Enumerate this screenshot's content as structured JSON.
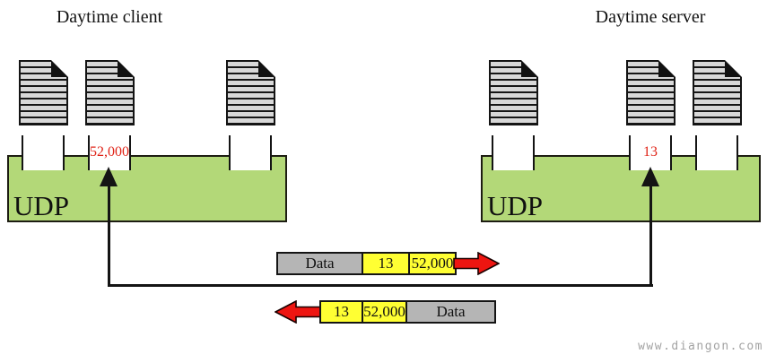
{
  "client": {
    "title": "Daytime client",
    "protocol_label": "UDP",
    "port": "52,000"
  },
  "server": {
    "title": "Daytime server",
    "protocol_label": "UDP",
    "port": "13"
  },
  "request_packet": {
    "fields": [
      "Data",
      "13",
      "52,000"
    ],
    "direction": "right"
  },
  "reply_packet": {
    "fields": [
      "13",
      "52,000",
      "Data"
    ],
    "direction": "left"
  },
  "watermark": "www.diangon.com",
  "colors": {
    "udp_box_green": "#b3d878",
    "port_field_yellow": "#ffff33",
    "data_field_gray": "#b5b5b5",
    "arrow_red": "#ee1511",
    "port_number_red": "#e02418"
  }
}
